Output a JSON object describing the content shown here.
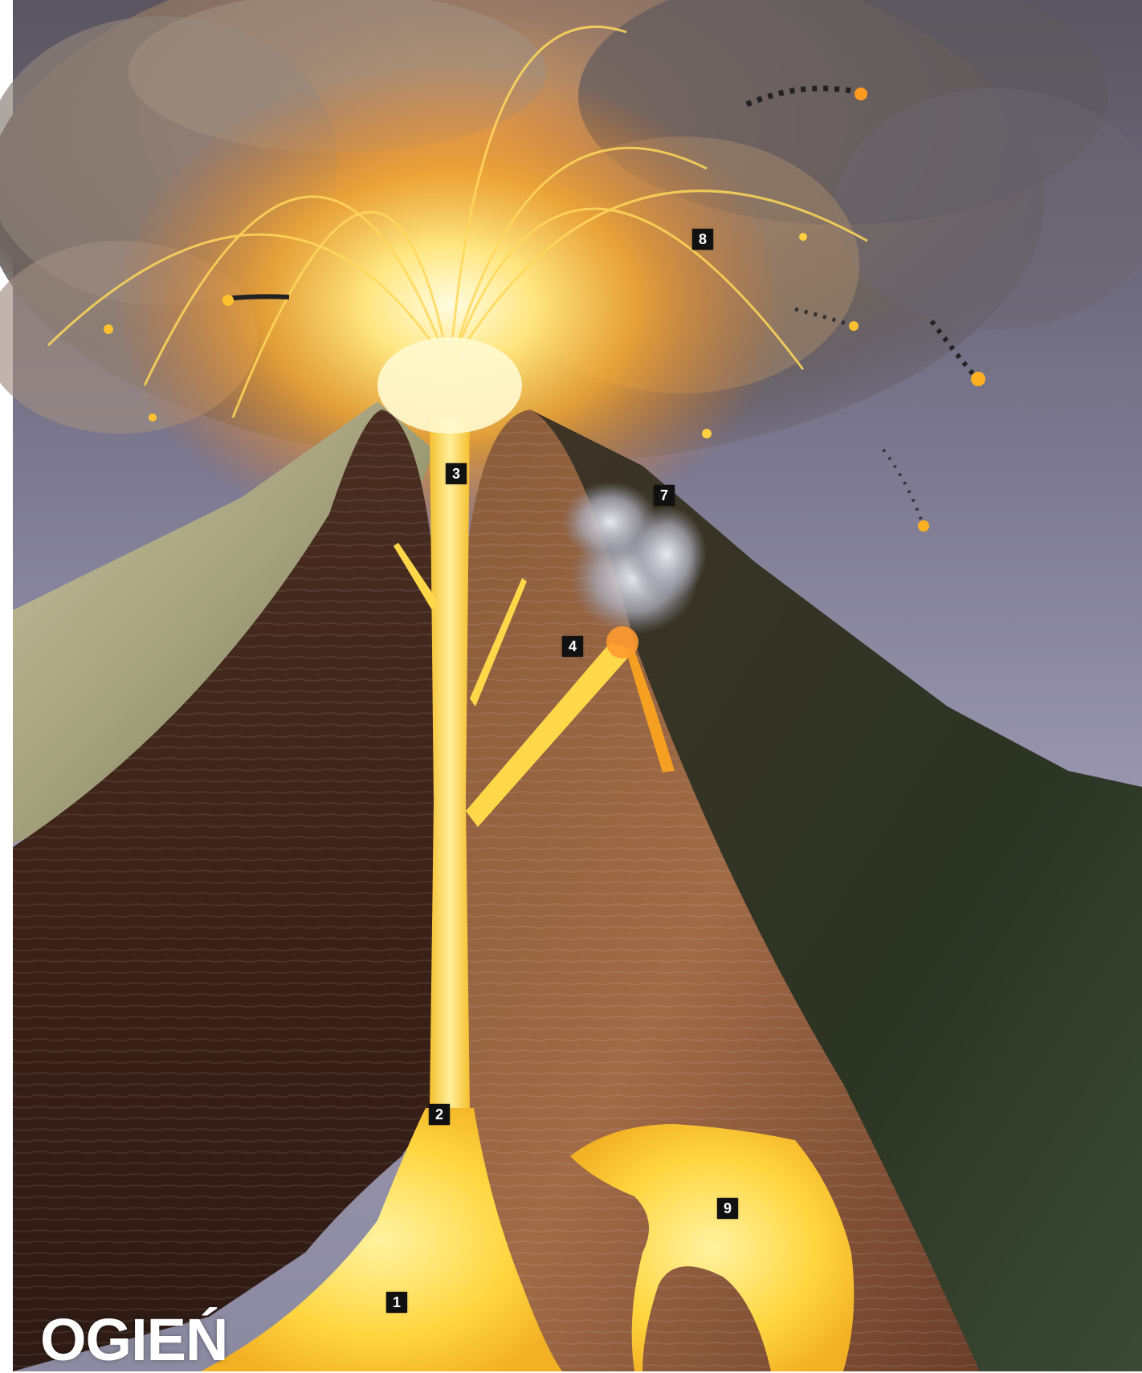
{
  "title": "OGIEŃ",
  "markers": {
    "m1": "1",
    "m2": "2",
    "m3": "3",
    "m4": "4",
    "m7": "7",
    "m8": "8",
    "m9": "9"
  },
  "colors": {
    "lava": "#ffd84a",
    "lava_core": "#fff4a8",
    "rock_dark": "#3a2318",
    "rock_light": "#9a6a48",
    "sky": "#8a8aa6",
    "ash": "#7a6a62",
    "marker_bg": "#111111"
  }
}
